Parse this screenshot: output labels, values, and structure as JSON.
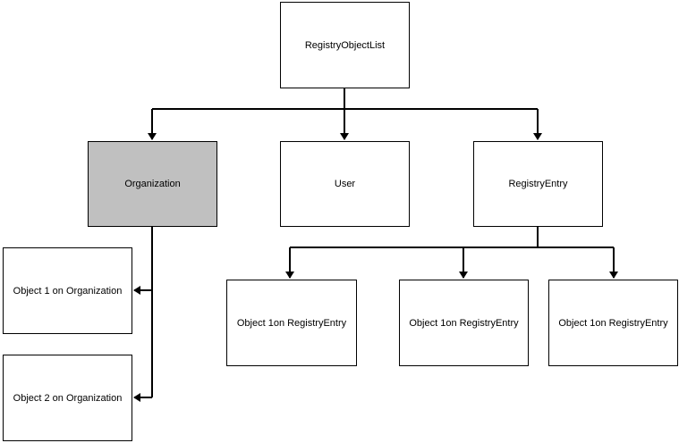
{
  "nodes": {
    "root": "RegistryObjectList",
    "organization": "Organization",
    "user": "User",
    "registry_entry": "RegistryEntry",
    "org_object_1": "Object 1 on Organization",
    "org_object_2": "Object 2 on Organization",
    "re_object_1": "Object 1on RegistryEntry",
    "re_object_2": "Object 1on RegistryEntry",
    "re_object_3": "Object 1on RegistryEntry"
  },
  "colors": {
    "line": "#000000",
    "box_border": "#000000",
    "box_fill": "#ffffff",
    "highlight_fill": "#c0c0c0"
  }
}
